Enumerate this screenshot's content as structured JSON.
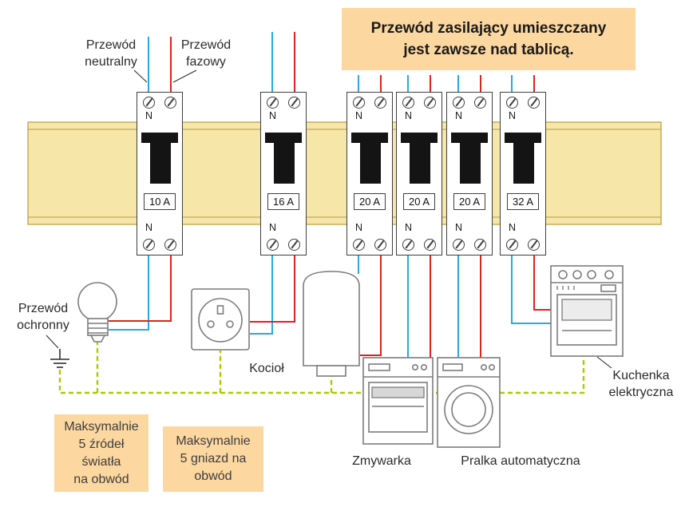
{
  "banner": {
    "text": "Przewód zasilający umieszczany\njest zawsze nad tablicą."
  },
  "wire_labels": {
    "neutral": "Przewód\nneutralny",
    "phase": "Przewód\nfazowy",
    "protective": "Przewód\nochronny"
  },
  "appliance_labels": {
    "boiler": "Kocioł",
    "dishwasher": "Zmywarka",
    "washer": "Pralka automatyczna",
    "cooker": "Kuchenka\nelektryczna"
  },
  "breaker_terminal_label": "N",
  "breakers": [
    {
      "rating": "10 A"
    },
    {
      "rating": "16 A"
    },
    {
      "rating": "20 A"
    },
    {
      "rating": "20 A"
    },
    {
      "rating": "20 A"
    },
    {
      "rating": "32 A"
    }
  ],
  "notes": [
    {
      "text": "Maksymalnie\n5 źródeł\nświatła\nna obwód"
    },
    {
      "text": "Maksymalnie\n5 gniazd na\nobwód"
    }
  ],
  "colors": {
    "neutral_wire": "#29a9e0",
    "phase_wire": "#e0221c",
    "protective_wire": "#abc90c",
    "rail": "#f6e7a9",
    "note_bg": "#fcd7a0"
  }
}
